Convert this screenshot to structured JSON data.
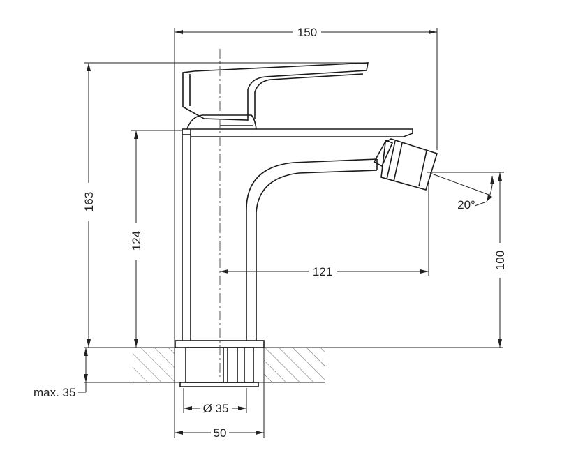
{
  "drawing": {
    "dimensions": {
      "total_width": "150",
      "total_height": "163",
      "spout_height": "124",
      "spout_reach": "121",
      "outlet_height": "100",
      "outlet_angle": "20°",
      "hole_diameter": "Ø 35",
      "base_diameter": "50",
      "max_deck_thickness": "max. 35"
    }
  }
}
